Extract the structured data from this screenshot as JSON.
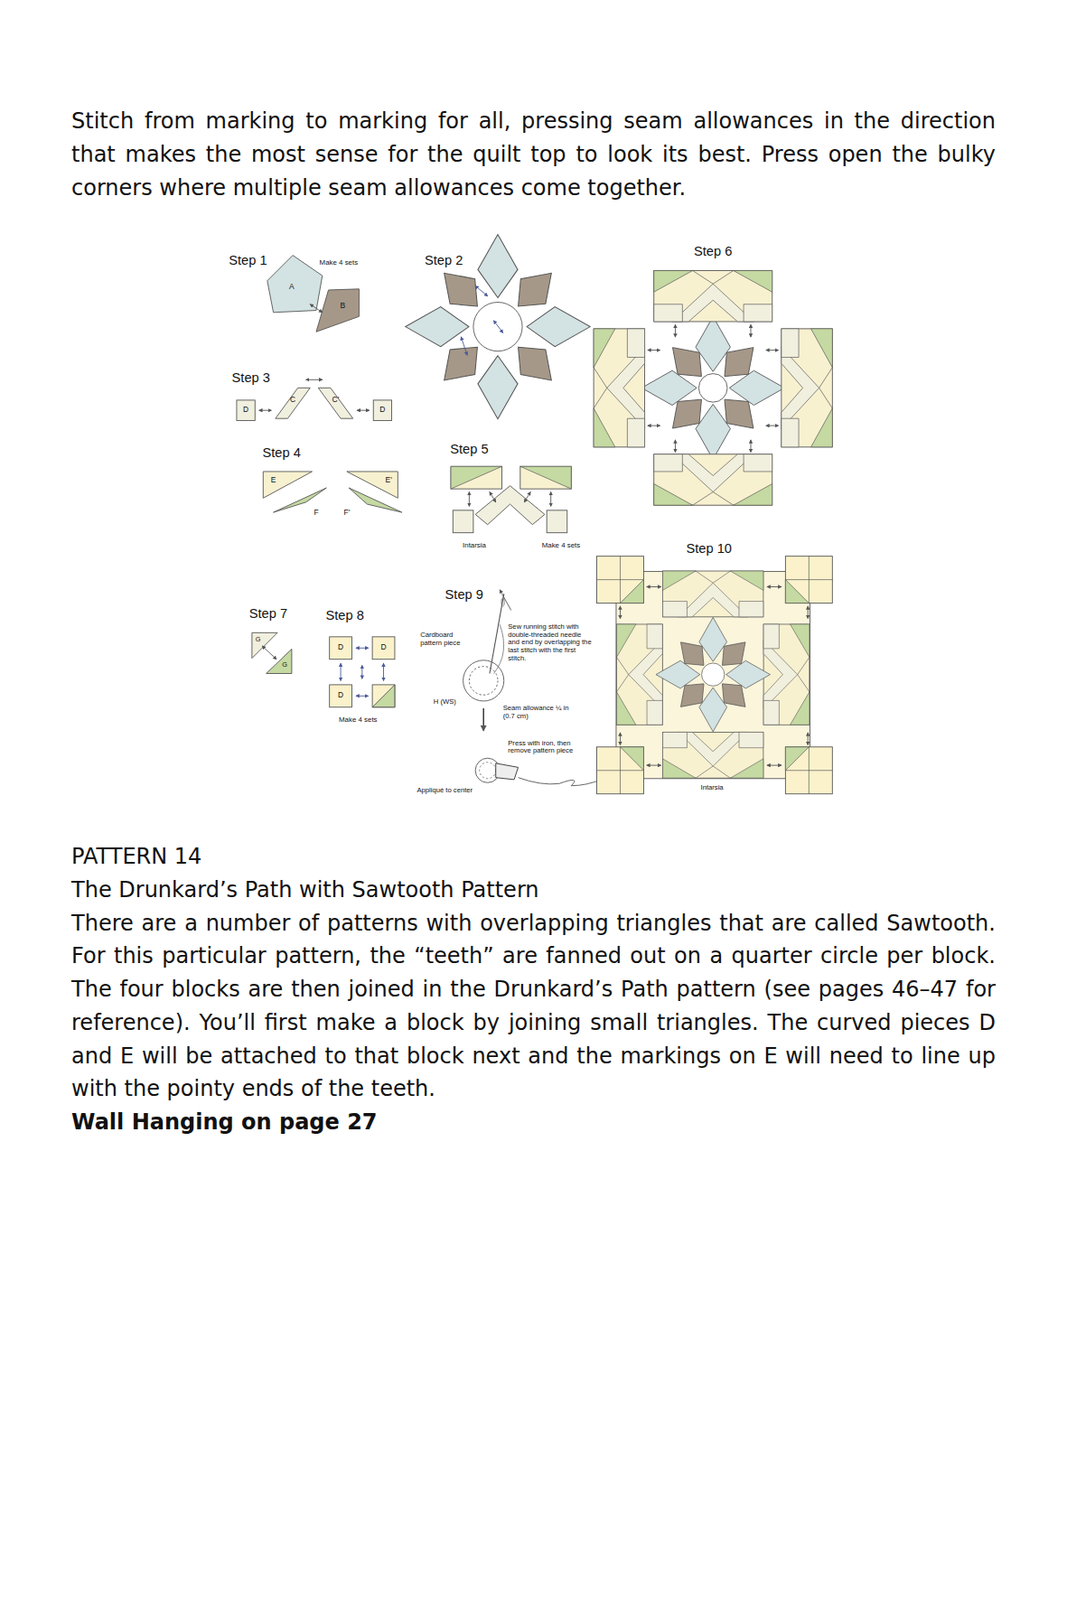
{
  "diagram": {
    "labels": [
      "Stitch from marking to marking for all, pressing seam allowances in the direction that makes the most sense for the quilt top to look its best. Press open the bulky corners where multiple seam allowances come together.",
      "Step 1",
      "Make 4 sets",
      "A",
      "B",
      "Step 2",
      "Step 6",
      "Step 3",
      "D",
      "C",
      "C'",
      "D",
      "Step 4",
      "E",
      "E'",
      "F",
      "F'",
      "Step 5",
      "Intarsia",
      "Make 4 sets",
      "Step 10",
      "Step 9",
      "Step 7",
      "G",
      "G",
      "Step 8",
      "D",
      "D",
      "D",
      "Make 4 sets",
      "Cardboard pattern piece",
      "Sew running stitch with double-threaded needle and end by overlapping the last stitch with the first stitch.",
      "H (WS)",
      "Seam allowance ¼ in (0.7 cm)",
      "Press with iron, then remove pattern piece",
      "Appliqué to center",
      "Intarsia",
      "PATTERN 14",
      "The Drunkard’s Path with Sawtooth Pattern",
      "There are a number of patterns with overlapping triangles that are called Sawtooth. For this particular pattern, the “teeth” are fanned out on a quarter circle per block. The four blocks are then joined in the Drunkard’s Path pattern (see pages 46–47 for reference). You’ll first make a block by joining small triangles. The curved pieces D and E will be attached to that block next and the markings on E will need to line up with the pointy ends of the teeth.",
      "Wall Hanging on page 27"
    ]
  }
}
